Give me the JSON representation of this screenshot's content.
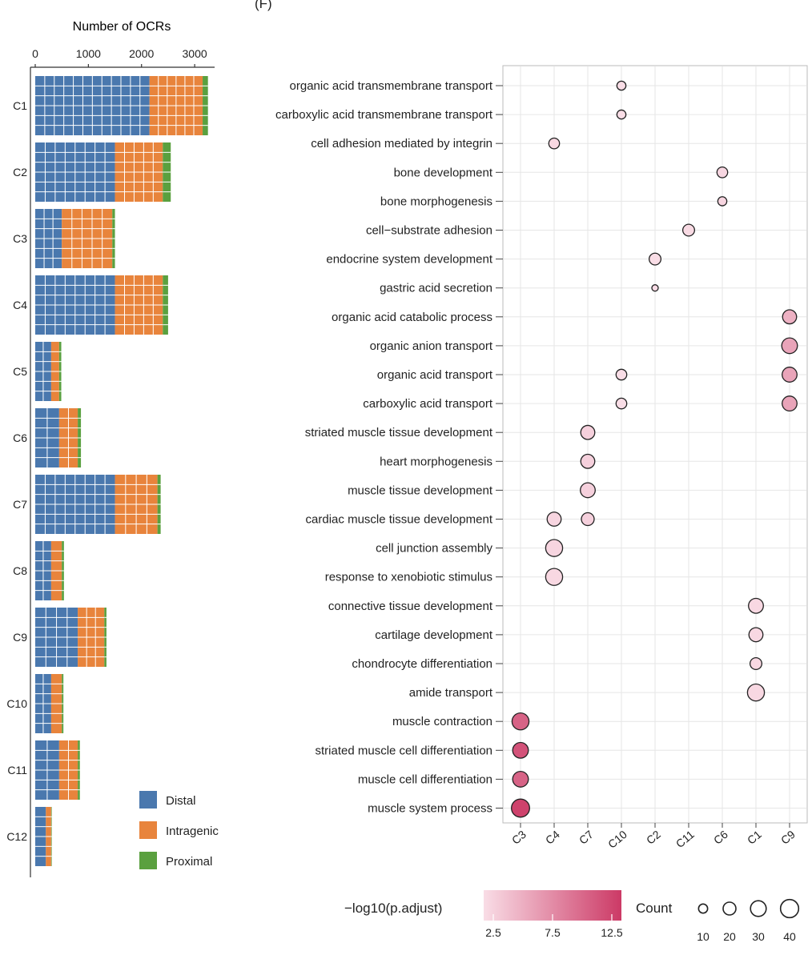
{
  "panel_letter": "(F)",
  "colors": {
    "distal": "#4a78ae",
    "intragenic": "#e8843c",
    "proximal": "#5aa03f",
    "grad_low": "#f9dde6",
    "grad_high": "#cc3a66",
    "plot_bg": "#ffffff",
    "grid": "#e6e6e6"
  },
  "chart_data": [
    {
      "type": "bar",
      "subtype": "stacked-waffle-horizontal",
      "xlabel": "Number of OCRs",
      "xticks": [
        "0",
        "1000",
        "2000",
        "3000"
      ],
      "xlim": [
        0,
        3300
      ],
      "categories": [
        "C1",
        "C2",
        "C3",
        "C4",
        "C5",
        "C6",
        "C7",
        "C8",
        "C9",
        "C10",
        "C11",
        "C12"
      ],
      "series": [
        {
          "name": "Distal",
          "color": "#4a78ae",
          "values": [
            2150,
            1500,
            500,
            1500,
            300,
            450,
            1500,
            300,
            800,
            300,
            450,
            200
          ]
        },
        {
          "name": "Intragenic",
          "color": "#e8843c",
          "values": [
            1000,
            900,
            950,
            900,
            150,
            350,
            800,
            200,
            500,
            200,
            350,
            100
          ]
        },
        {
          "name": "Proximal",
          "color": "#5aa03f",
          "values": [
            100,
            150,
            50,
            100,
            40,
            60,
            60,
            40,
            40,
            30,
            40,
            10
          ]
        }
      ],
      "legend": [
        "Distal",
        "Intragenic",
        "Proximal"
      ],
      "legend_position": "bottom-right"
    },
    {
      "type": "scatter",
      "subtype": "dotplot",
      "x_categories": [
        "C3",
        "C4",
        "C7",
        "C10",
        "C2",
        "C11",
        "C6",
        "C1",
        "C9"
      ],
      "y_categories": [
        "organic acid transmembrane transport",
        "carboxylic acid transmembrane transport",
        "cell adhesion mediated by integrin",
        "bone development",
        "bone morphogenesis",
        "cell−substrate adhesion",
        "endocrine system development",
        "gastric acid secretion",
        "organic acid catabolic process",
        "organic anion transport",
        "organic acid transport",
        "carboxylic acid transport",
        "striated muscle tissue development",
        "heart morphogenesis",
        "muscle tissue development",
        "cardiac muscle tissue development",
        "cell junction assembly",
        "response to xenobiotic stimulus",
        "connective tissue development",
        "cartilage development",
        "chondrocyte differentiation",
        "amide transport",
        "muscle contraction",
        "striated muscle cell differentiation",
        "muscle cell differentiation",
        "muscle system process"
      ],
      "points": [
        {
          "x": "C10",
          "y": "organic acid transmembrane transport",
          "count": 10,
          "neglog10p": 2.5
        },
        {
          "x": "C10",
          "y": "carboxylic acid transmembrane transport",
          "count": 10,
          "neglog10p": 2.5
        },
        {
          "x": "C4",
          "y": "cell adhesion mediated by integrin",
          "count": 14,
          "neglog10p": 2.8
        },
        {
          "x": "C6",
          "y": "bone development",
          "count": 14,
          "neglog10p": 2.9
        },
        {
          "x": "C6",
          "y": "bone morphogenesis",
          "count": 10,
          "neglog10p": 3.0
        },
        {
          "x": "C11",
          "y": "cell−substrate adhesion",
          "count": 17,
          "neglog10p": 2.7
        },
        {
          "x": "C2",
          "y": "endocrine system development",
          "count": 17,
          "neglog10p": 2.4
        },
        {
          "x": "C2",
          "y": "gastric acid secretion",
          "count": 5,
          "neglog10p": 2.6
        },
        {
          "x": "C9",
          "y": "organic acid catabolic process",
          "count": 24,
          "neglog10p": 5.2
        },
        {
          "x": "C9",
          "y": "organic anion transport",
          "count": 30,
          "neglog10p": 6.0
        },
        {
          "x": "C10",
          "y": "organic acid transport",
          "count": 14,
          "neglog10p": 2.5
        },
        {
          "x": "C9",
          "y": "organic acid transport",
          "count": 27,
          "neglog10p": 6.0
        },
        {
          "x": "C10",
          "y": "carboxylic acid transport",
          "count": 14,
          "neglog10p": 2.5
        },
        {
          "x": "C9",
          "y": "carboxylic acid transport",
          "count": 27,
          "neglog10p": 6.0
        },
        {
          "x": "C7",
          "y": "striated muscle tissue development",
          "count": 24,
          "neglog10p": 3.3
        },
        {
          "x": "C7",
          "y": "heart morphogenesis",
          "count": 24,
          "neglog10p": 3.3
        },
        {
          "x": "C7",
          "y": "muscle tissue development",
          "count": 27,
          "neglog10p": 3.3
        },
        {
          "x": "C4",
          "y": "cardiac muscle tissue development",
          "count": 24,
          "neglog10p": 3.0
        },
        {
          "x": "C7",
          "y": "cardiac muscle tissue development",
          "count": 20,
          "neglog10p": 3.3
        },
        {
          "x": "C4",
          "y": "cell junction assembly",
          "count": 35,
          "neglog10p": 3.0
        },
        {
          "x": "C4",
          "y": "response to xenobiotic stimulus",
          "count": 35,
          "neglog10p": 2.8
        },
        {
          "x": "C1",
          "y": "connective tissue development",
          "count": 27,
          "neglog10p": 2.8
        },
        {
          "x": "C1",
          "y": "cartilage development",
          "count": 24,
          "neglog10p": 2.8
        },
        {
          "x": "C1",
          "y": "chondrocyte differentiation",
          "count": 17,
          "neglog10p": 2.8
        },
        {
          "x": "C1",
          "y": "amide transport",
          "count": 35,
          "neglog10p": 2.8
        },
        {
          "x": "C3",
          "y": "muscle contraction",
          "count": 35,
          "neglog10p": 10.0
        },
        {
          "x": "C3",
          "y": "striated muscle cell differentiation",
          "count": 30,
          "neglog10p": 11.0
        },
        {
          "x": "C3",
          "y": "muscle cell differentiation",
          "count": 30,
          "neglog10p": 10.0
        },
        {
          "x": "C3",
          "y": "muscle system process",
          "count": 40,
          "neglog10p": 12.0
        }
      ],
      "color_legend": {
        "title": "−log10(p.adjust)",
        "ticks": [
          "2.5",
          "7.5",
          "12.5"
        ],
        "range": [
          2.5,
          12.5
        ]
      },
      "size_legend": {
        "title": "Count",
        "values": [
          "10",
          "20",
          "30",
          "40"
        ]
      },
      "grid": true
    }
  ]
}
